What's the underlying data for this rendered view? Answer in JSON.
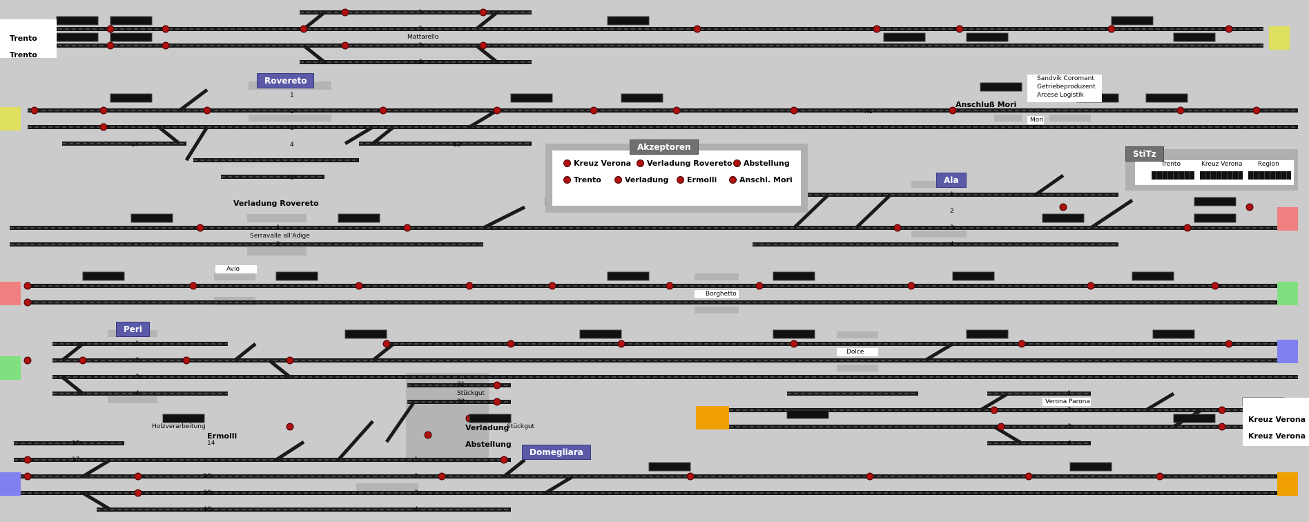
{
  "app": {
    "type": "railway interlocking control panel (Stellwerk)"
  },
  "stations": {
    "rovereto": "Rovereto",
    "ala": "Ala",
    "peri": "Peri",
    "domegliara": "Domegliara",
    "akzeptoren": "Akzeptoren",
    "stitz": "StiTz"
  },
  "labels": {
    "trento1": "Trento",
    "trento2": "Trento",
    "mattarello": "Mattarello",
    "verladung_rovereto": "Verladung Rovereto",
    "serravalle": "Serravalle all'Adige",
    "avio": "Avio",
    "borghetto": "Borghetto",
    "dolce": "Dolce",
    "mori": "Mori",
    "anschluss_mori": "Anschluß Mori",
    "sandvik": "Sandvik Coromant",
    "getriebe": "Getriebeproduzent",
    "arcese": "Arcese Logistik",
    "holzverarbeitung": "Holzverarbeitung",
    "ermolli": "Ermolli",
    "verladung": "Verladung",
    "stueckgut1": "Stückgut",
    "stueckgut2": "Stückgut",
    "abstellung": "Abstellung",
    "verona_parona": "Verona Parona",
    "kreuz_verona1": "Kreuz Verona",
    "kreuz_verona2": "Kreuz Verona"
  },
  "legend": {
    "items": [
      "Kreuz Verona",
      "Verladung Rovereto",
      "Abstellung",
      "Trento",
      "Verladung",
      "Ermolli",
      "Anschl. Mori"
    ]
  },
  "stitz": {
    "cols": [
      "Trento",
      "Kreuz Verona",
      "Region"
    ]
  },
  "track_numbers": {
    "t1": "1",
    "t2": "2",
    "t3": "3",
    "t4": "4",
    "t6": "6",
    "t12": "12",
    "t17": "17",
    "t18": "18",
    "t21": "21",
    "t22": "22",
    "t14": "14",
    "t2G": "2G",
    "t3G": "3G",
    "t4G": "4G",
    "g": "G",
    "r1": "R1"
  },
  "colors": {
    "background": "#cbcbcb",
    "track": "#1a1a1a",
    "signal_red": "#b01010",
    "signal_green": "#20a020",
    "edge_yellow": "#e0e060",
    "edge_red": "#f08080",
    "edge_green": "#80e080",
    "edge_blue": "#8080f0",
    "edge_orange": "#f0a000",
    "station_blue": "#5a5aa8"
  }
}
